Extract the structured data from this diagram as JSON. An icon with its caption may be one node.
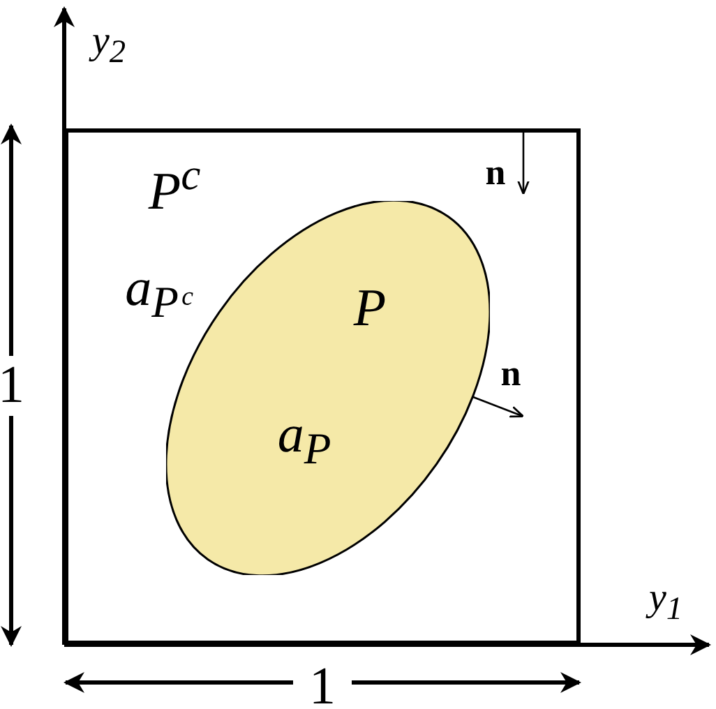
{
  "diagram": {
    "nodes": [
      {
        "text": [
          "P$^{c}$",
          "a$_{Pᶜ}$"
        ]
      },
      {
        "text": [
          "P",
          "a$_{P}$"
        ],
        "in": 0
      }
    ],
    "edges": [],
    "labels": [
      "y$_{2}$",
      "n",
      "n",
      "1",
      "y$_{1}$",
      "1"
    ]
  }
}
